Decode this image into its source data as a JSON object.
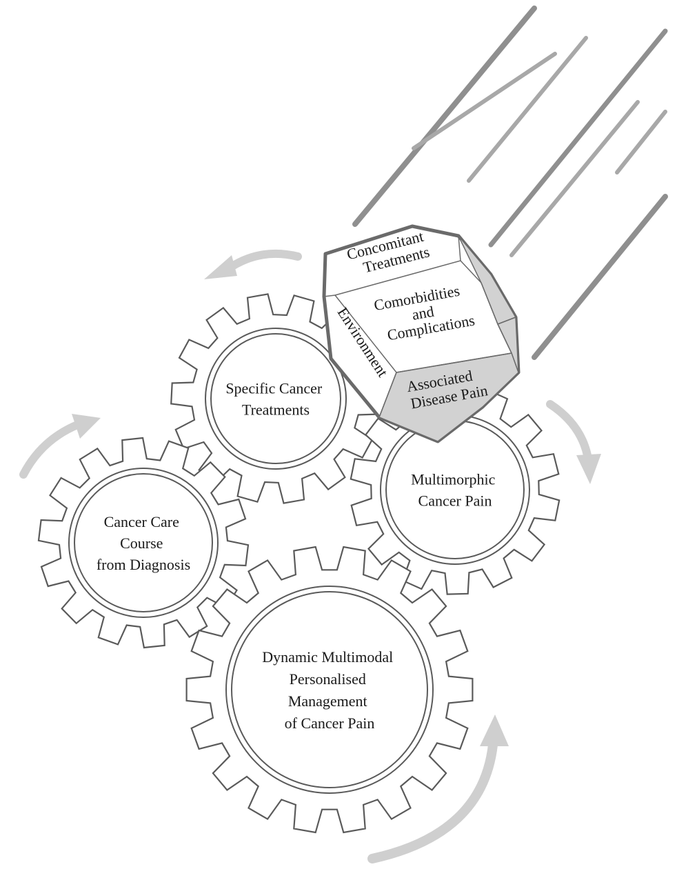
{
  "colors": {
    "gear_stroke": "#5a5a5a",
    "gear_fill": "#ffffff",
    "streak": "#8f8f8f",
    "streak_light": "#a8a8a8",
    "arrow": "#cfcfcf",
    "polyhedron_edge": "#6a6a6a",
    "polyhedron_face": "#ffffff",
    "polyhedron_shade": "#d2d2d2"
  },
  "gears": [
    {
      "id": "specific-cancer-treatments",
      "lines": [
        "Specific Cancer",
        "Treatments"
      ]
    },
    {
      "id": "multimorphic-cancer-pain",
      "lines": [
        "Multimorphic",
        "Cancer Pain"
      ]
    },
    {
      "id": "cancer-care-course",
      "lines": [
        "Cancer Care",
        "Course",
        "from Diagnosis"
      ]
    },
    {
      "id": "dynamic-multimodal",
      "lines": [
        "Dynamic Multimodal",
        "Personalised",
        "Management",
        "of Cancer Pain"
      ]
    }
  ],
  "polyhedron": {
    "faces": {
      "top": [
        "Concomitant",
        "Treatments"
      ],
      "center": [
        "Comorbidities",
        "and",
        "Complications"
      ],
      "left": [
        "Environment"
      ],
      "bottom": [
        "Associated",
        "Disease Pain"
      ]
    }
  },
  "motion_streaks": 7,
  "rotation_arrows": [
    "top-left",
    "top-right",
    "left",
    "bottom-right"
  ]
}
